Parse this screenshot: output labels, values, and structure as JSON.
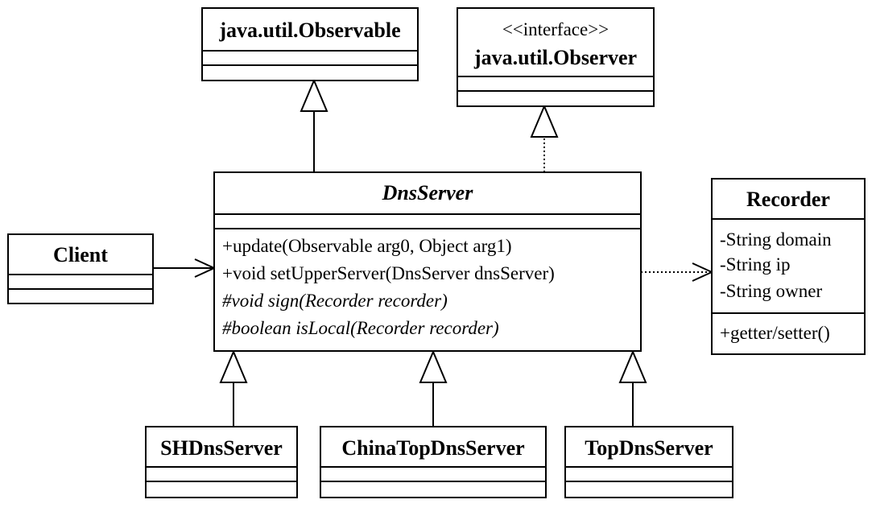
{
  "classes": {
    "observable": {
      "name": "java.util.Observable"
    },
    "observer": {
      "stereotype": "<<interface>>",
      "name": "java.util.Observer"
    },
    "dnsserver": {
      "name": "DnsServer",
      "methods": [
        "+update(Observable arg0, Object arg1)",
        "+void setUpperServer(DnsServer dnsServer)",
        "#void sign(Recorder recorder)",
        "#boolean isLocal(Recorder recorder)"
      ]
    },
    "client": {
      "name": "Client"
    },
    "recorder": {
      "name": "Recorder",
      "attributes": [
        "-String domain",
        "-String ip",
        "-String owner"
      ],
      "methods": [
        "+getter/setter()"
      ]
    },
    "shdnsserver": {
      "name": "SHDnsServer"
    },
    "chinatopdnsserver": {
      "name": "ChinaTopDnsServer"
    },
    "topdnsserver": {
      "name": "TopDnsServer"
    }
  }
}
